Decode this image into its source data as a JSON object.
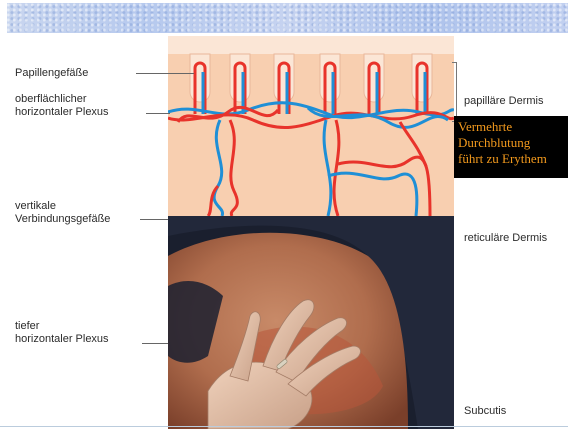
{
  "labels_left": {
    "papillengefaesse": "Papillengefäße",
    "oberflaechlicher_plexus": "oberflächlicher\nhorizontaler Plexus",
    "vertikale_verbindungsgefaesse": "vertikale\nVerbindungsgefäße",
    "tiefer_plexus": "tiefer\nhorizontaler Plexus"
  },
  "labels_right": {
    "papillaere_dermis": "papilläre Dermis",
    "reticulaere_dermis": "reticuläre Dermis",
    "subcutis": "Subcutis"
  },
  "callout": {
    "text": "Vermehrte\nDurchblutung\nführt zu Erythem",
    "text_color": "#f39a1d",
    "background": "#000000"
  },
  "colors": {
    "artery": "#e8332b",
    "vein": "#1f8fd6",
    "skin": "#f8cfb0",
    "epidermis": "#fbe6d6"
  }
}
